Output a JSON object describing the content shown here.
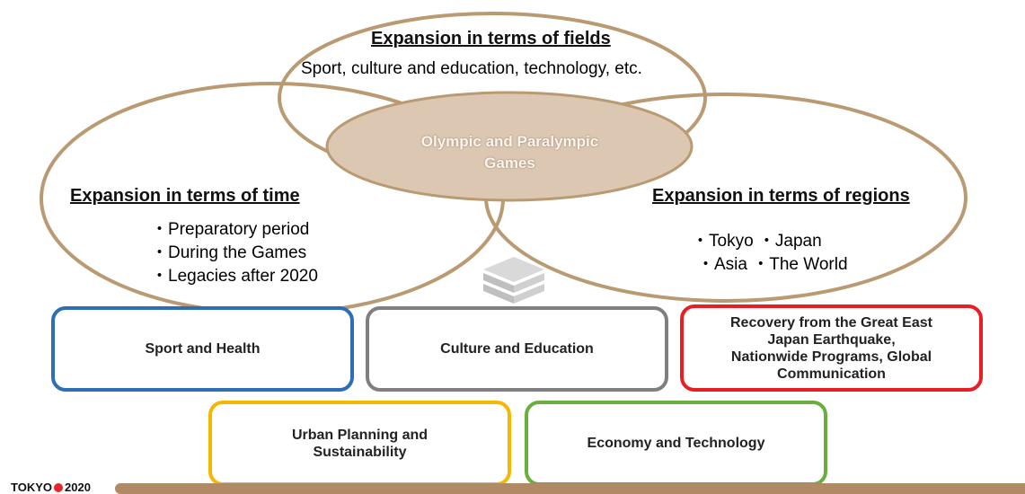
{
  "core": {
    "line1": "Olympic and Paralympic",
    "line2": "Games"
  },
  "fields": {
    "heading": "Expansion in terms of fields",
    "subtext": "Sport, culture and education, technology, etc."
  },
  "time": {
    "heading": "Expansion in terms of time",
    "items": [
      "・Preparatory period",
      "・During the Games",
      "・Legacies after 2020"
    ]
  },
  "regions": {
    "heading": "Expansion in terms of regions",
    "row1": "・Tokyo ・Japan",
    "row2": "・Asia ・The World"
  },
  "themes": [
    {
      "label": "Sport and Health",
      "color": "#2e6eb5"
    },
    {
      "label": "Culture and Education",
      "color": "#7f7f7f"
    },
    {
      "label": "Recovery from the Great East Japan Earthquake, Nationwide Programs, Global Communication",
      "color": "#e81e25"
    },
    {
      "label": "Urban Planning and Sustainability",
      "color": "#f5b800"
    },
    {
      "label": "Economy and Technology",
      "color": "#6aae40"
    }
  ],
  "logo": {
    "left": "TOKYO",
    "right": "2020"
  },
  "colors": {
    "ellipse_stroke": "#b99a72",
    "core_fill": "#dcc7b3",
    "footer_bar": "#b08a64"
  }
}
